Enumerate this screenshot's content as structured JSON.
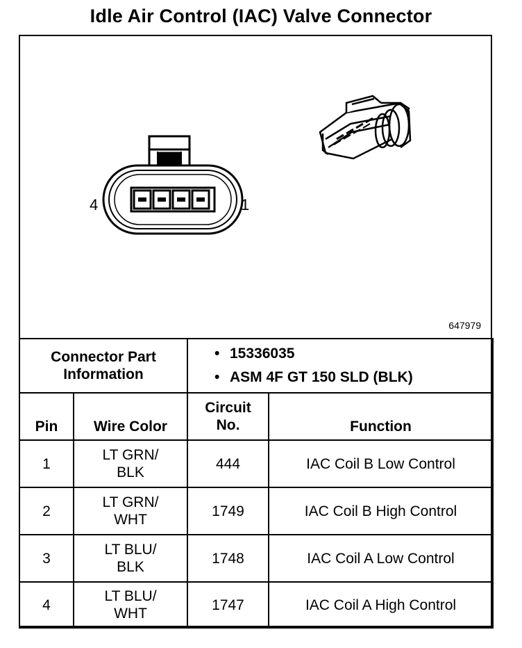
{
  "title": "Idle Air Control (IAC) Valve Connector",
  "figure_id": "647979",
  "pin_labels": {
    "left": "4",
    "right": "1"
  },
  "connector_info": {
    "label_line1": "Connector Part",
    "label_line2": "Information",
    "items": [
      "15336035",
      "ASM 4F GT 150 SLD (BLK)"
    ]
  },
  "table": {
    "headers": {
      "pin": "Pin",
      "wire_color": "Wire Color",
      "circuit_line1": "Circuit",
      "circuit_line2": "No.",
      "function": "Function"
    },
    "rows": [
      {
        "pin": "1",
        "wire1": "LT GRN/",
        "wire2": "BLK",
        "circuit": "444",
        "function": "IAC Coil B Low Control"
      },
      {
        "pin": "2",
        "wire1": "LT GRN/",
        "wire2": "WHT",
        "circuit": "1749",
        "function": "IAC Coil B High Control"
      },
      {
        "pin": "3",
        "wire1": "LT BLU/",
        "wire2": "BLK",
        "circuit": "1748",
        "function": "IAC Coil A Low Control"
      },
      {
        "pin": "4",
        "wire1": "LT BLU/",
        "wire2": "WHT",
        "circuit": "1747",
        "function": "IAC Coil A High Control"
      }
    ]
  }
}
